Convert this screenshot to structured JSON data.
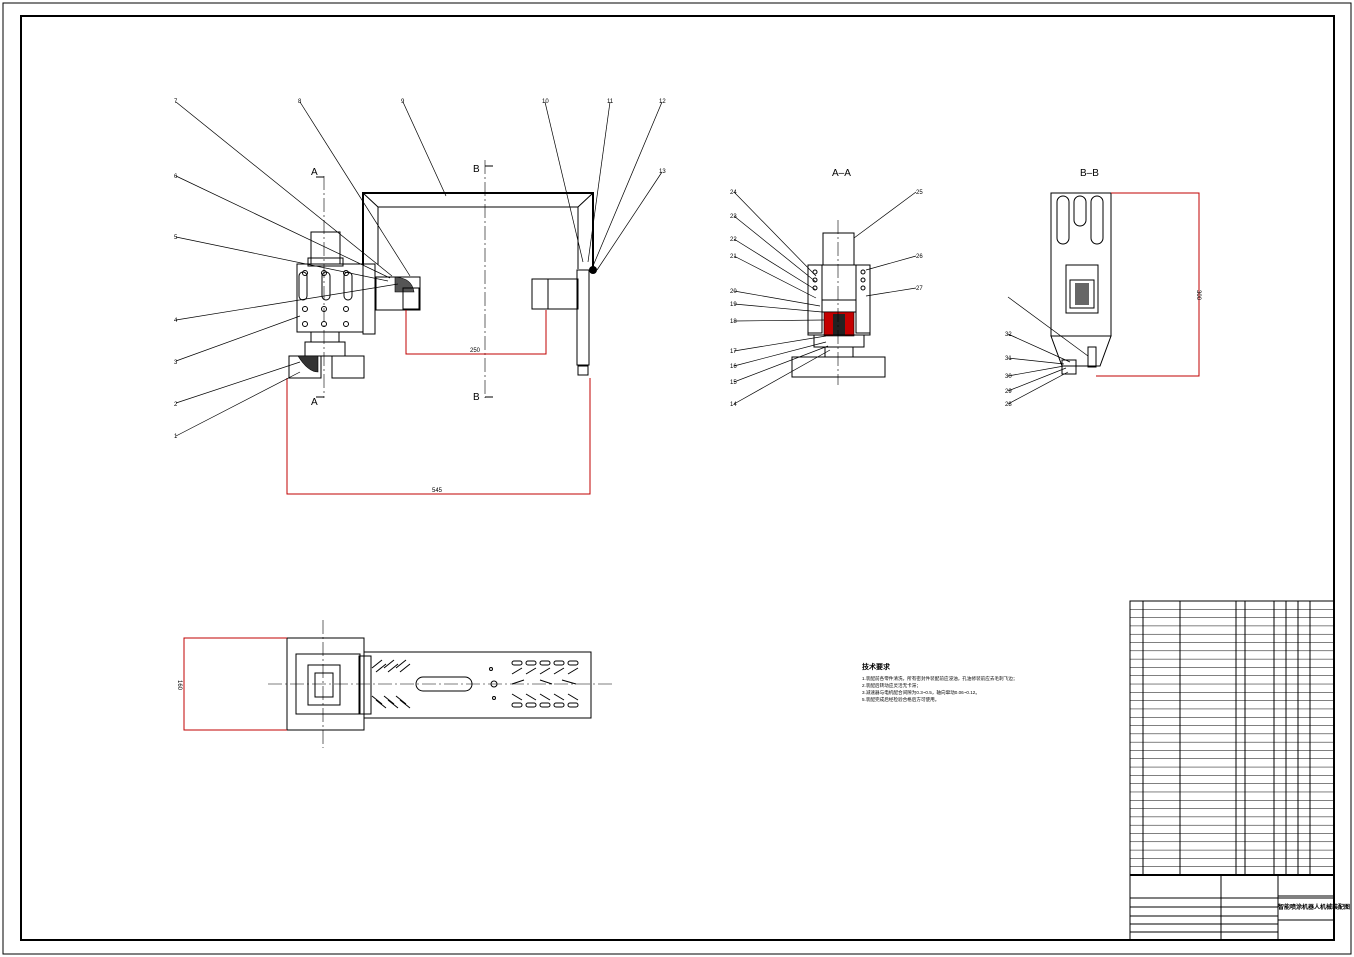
{
  "section_labels": {
    "aa": "A–A",
    "bb": "B–B",
    "cut_a_top": "A",
    "cut_a_bottom": "A",
    "cut_b_top": "B",
    "cut_b_bottom": "B"
  },
  "dimensions": {
    "d250": "250",
    "d545": "545",
    "d300": "300",
    "d160": "160"
  },
  "callouts": {
    "c1": "1",
    "c2": "2",
    "c3": "3",
    "c4": "4",
    "c5": "5",
    "c6": "6",
    "c7": "7",
    "c8": "8",
    "c9": "9",
    "c10": "10",
    "c11": "11",
    "c12": "12",
    "c13": "13",
    "c14": "14",
    "c15": "15",
    "c16": "16",
    "c17": "17",
    "c18": "18",
    "c19": "19",
    "c20": "20",
    "c21": "21",
    "c22": "22",
    "c23": "23",
    "c24": "24",
    "c25": "25",
    "c26": "26",
    "c27": "27",
    "c28": "28",
    "c29": "29",
    "c30": "30",
    "c31": "31",
    "c32": "32"
  },
  "technical_notes": {
    "title": "技术要求",
    "lines": [
      "1.装配前各零件清洗，所有密封件装配前应浸油，孔油修装前应去毛刺飞边；",
      "2.装配后转动应灵活无卡滞；",
      "3.减速器与电机配合间隙为0.3~0.5，轴向窜动0.06~0.12。",
      "5.装配完成后经检验合格后方可使用。"
    ]
  },
  "title_block": {
    "drawing_title": "智能喷涂机器人机械装配图"
  }
}
